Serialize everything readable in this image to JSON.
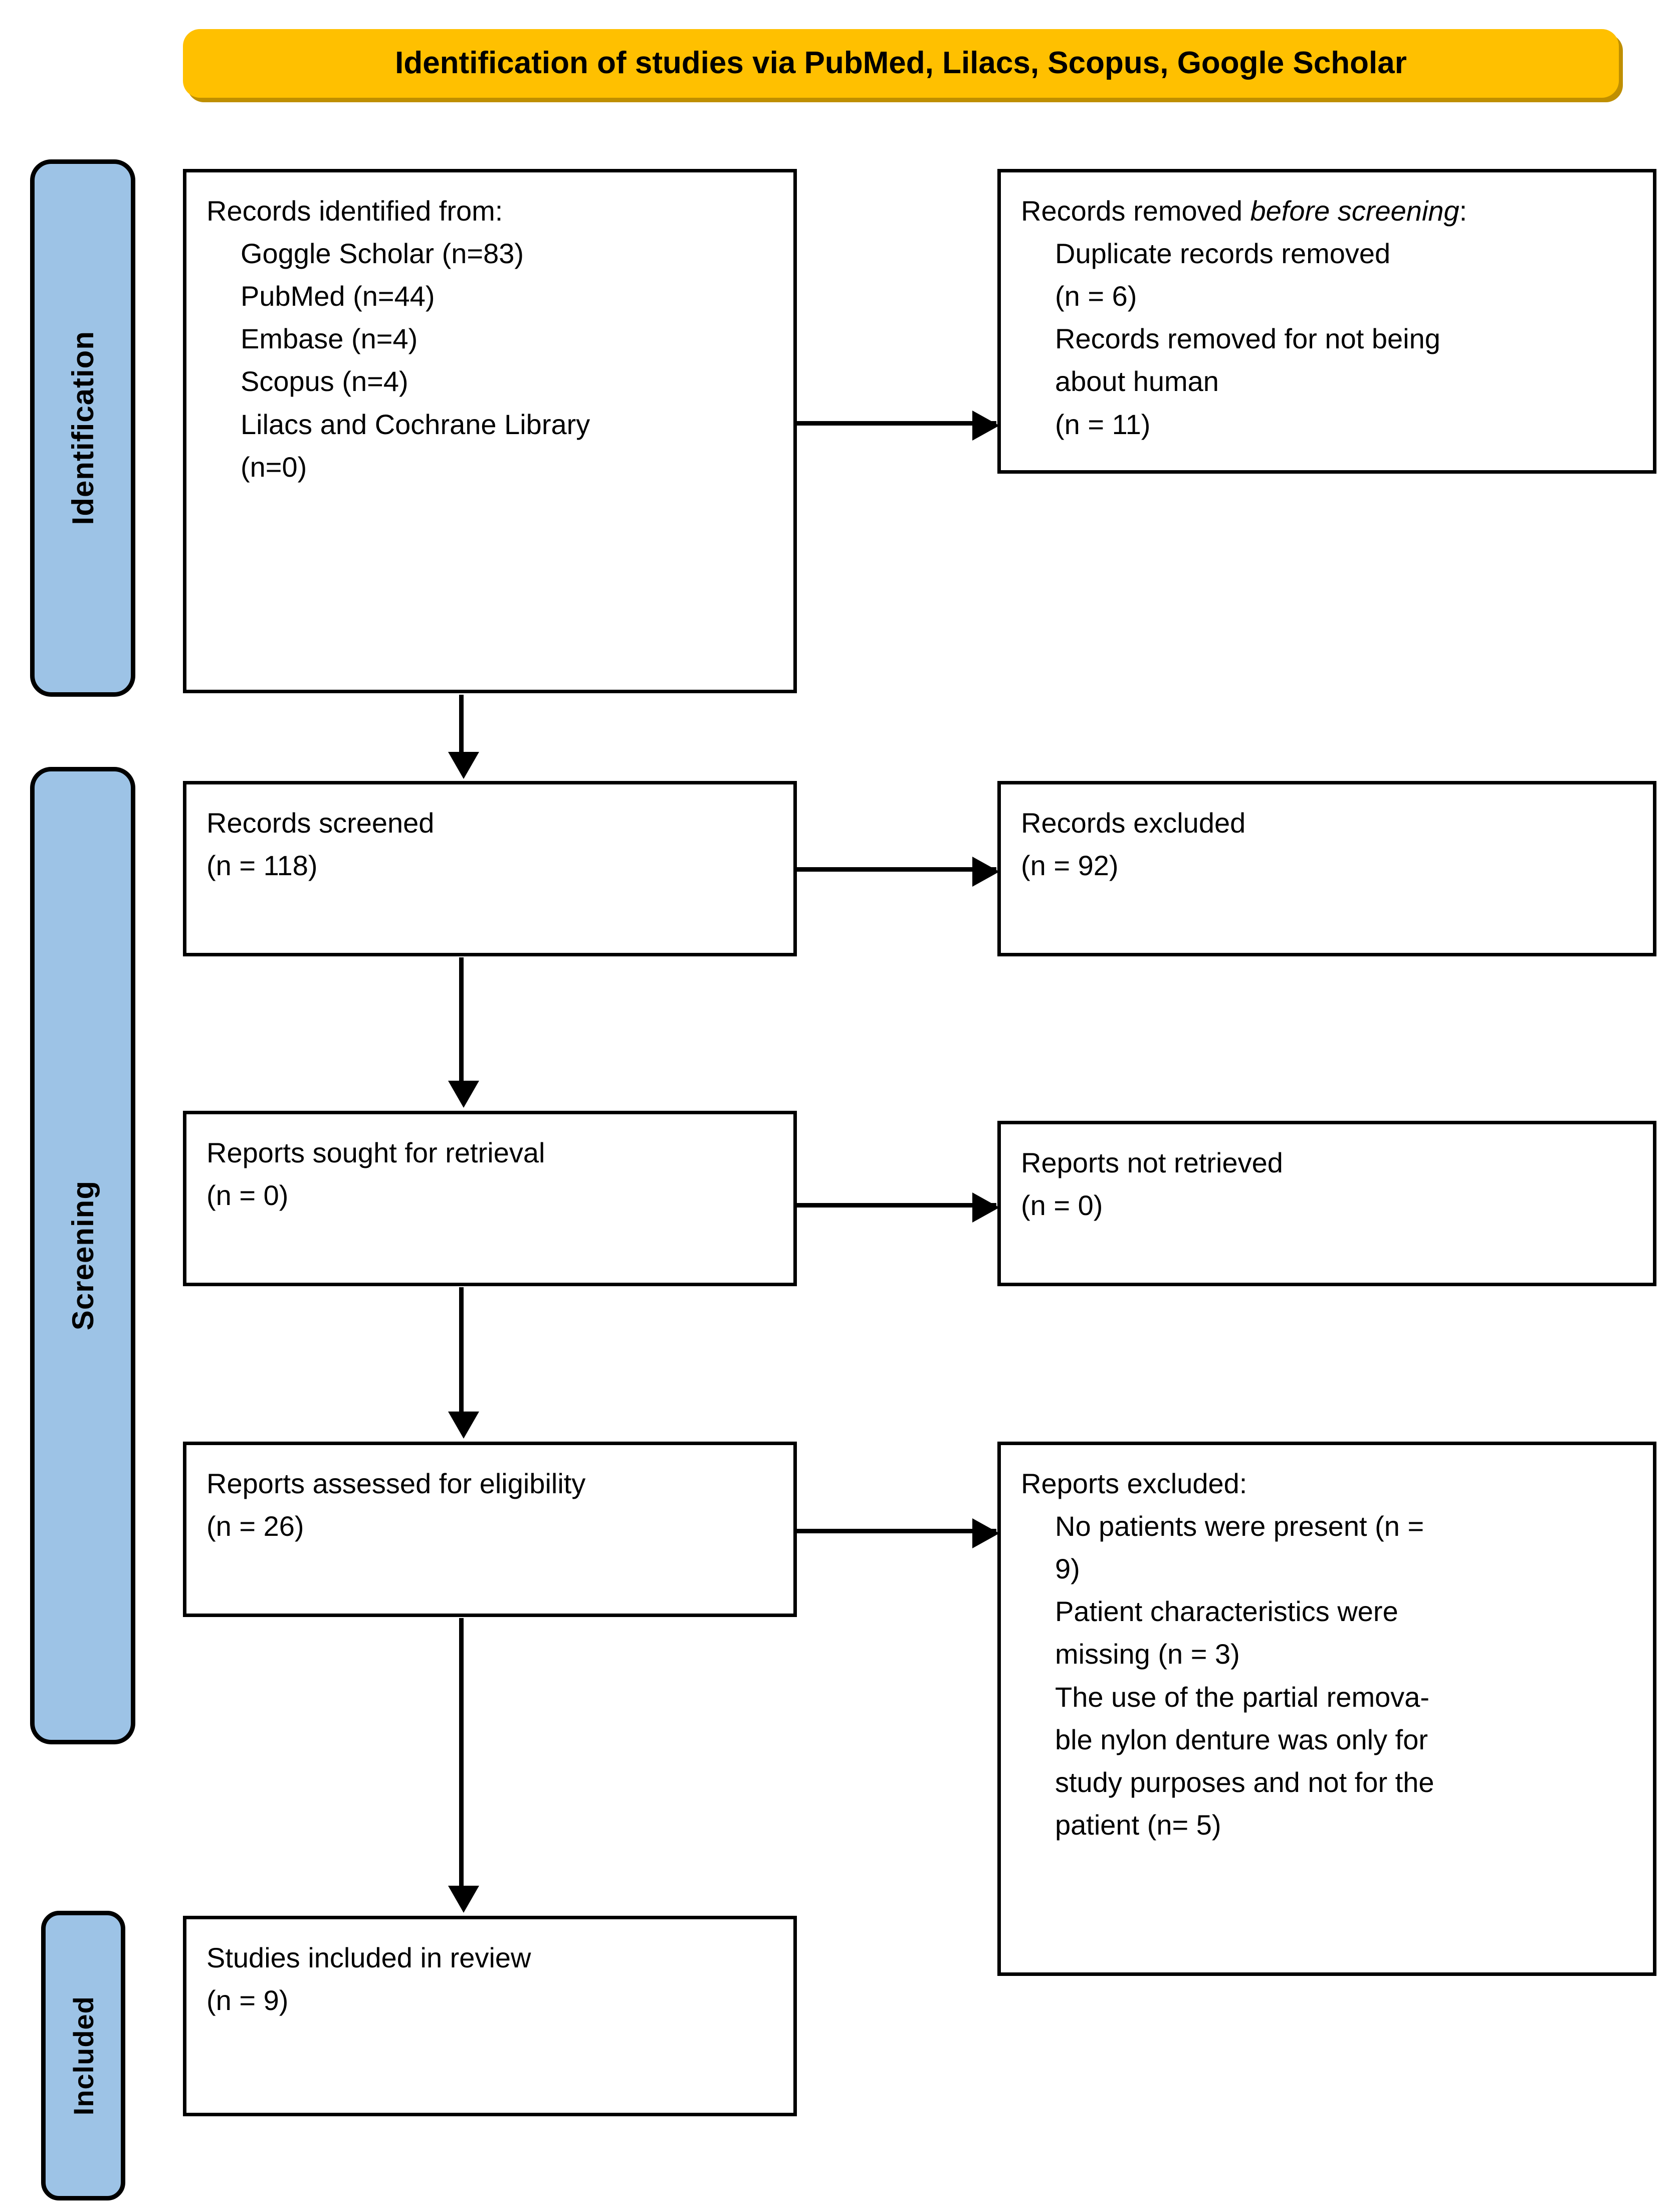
{
  "banner": {
    "title": "Identification of studies via PubMed, Lilacs, Scopus, Google Scholar",
    "fill_color": "#FFC000",
    "shadow_color": "#BF8F00"
  },
  "phases": {
    "identification": "Identification",
    "screening": "Screening",
    "included": "Included",
    "fill_color": "#9DC3E6",
    "border_color": "#000000"
  },
  "boxes": {
    "identified": {
      "heading": "Records identified from:",
      "items": [
        "Goggle Scholar (n=83)",
        "PubMed (n=44)",
        "Embase (n=4)",
        "Scopus (n=4)",
        "Lilacs and Cochrane Library",
        "(n=0)"
      ]
    },
    "removed_before_screening": {
      "heading_prefix": "Records removed ",
      "heading_italic": "before screening",
      "heading_suffix": ":",
      "items": [
        "Duplicate records removed",
        "(n = 6)",
        "Records removed for not being",
        "about human",
        "(n = 11)"
      ]
    },
    "records_screened": {
      "label": "Records screened",
      "count": "(n = 118)"
    },
    "records_excluded": {
      "label": "Records excluded",
      "count": "(n = 92)"
    },
    "reports_sought": {
      "label": "Reports sought for retrieval",
      "count": "(n = 0)"
    },
    "reports_not_retrieved": {
      "label": "Reports not retrieved",
      "count": "(n = 0)"
    },
    "reports_assessed": {
      "label": "Reports assessed for eligibility",
      "count": "(n = 26)"
    },
    "reports_excluded": {
      "heading": "Reports excluded:",
      "items": [
        "No patients were present (n =",
        "9)",
        "Patient characteristics were",
        "missing (n = 3)",
        "The use of the partial remova-",
        "ble nylon denture was only for",
        "study purposes and not for the",
        "patient (n= 5)"
      ]
    },
    "studies_included": {
      "label": "Studies included in review",
      "count": "(n = 9)"
    }
  }
}
